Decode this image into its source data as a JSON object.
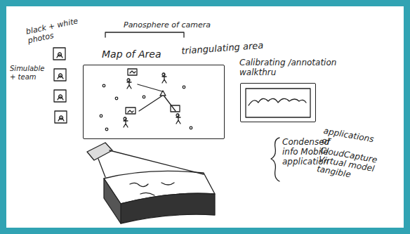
{
  "diagram": {
    "nodes": [
      {
        "text": [
          "Map of Area"
        ]
      },
      {
        "text": [
          "Calibrating /annotation walkthru"
        ]
      }
    ],
    "labels": [
      "Panosphere of camera",
      "black + white photos",
      "Simulable + team",
      "triangulating area",
      "Condensed info Mobile application",
      "applications of CloudCapture Virtual model tangible"
    ]
  }
}
